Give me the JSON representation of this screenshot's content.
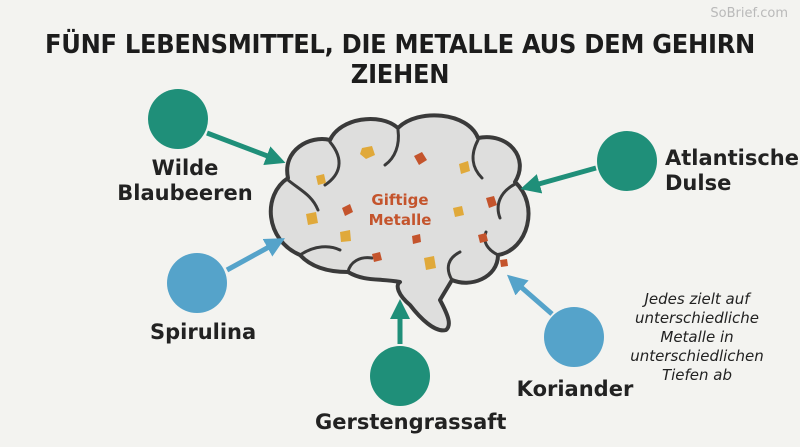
{
  "watermark": "SoBrief.com",
  "title": "FÜNF LEBENSMITTEL, DIE METALLE AUS DEM GEHIRN ZIEHEN",
  "brain": {
    "line1": "Giftige",
    "line2": "Metalle"
  },
  "foods": {
    "blueberries": {
      "line1": "Wilde",
      "line2": "Blaubeeren"
    },
    "dulse": {
      "line1": "Atlantische",
      "line2": "Dulse"
    },
    "spirulina": {
      "label": "Spirulina"
    },
    "barley": {
      "label": "Gerstengrassaft"
    },
    "coriander": {
      "label": "Koriander"
    }
  },
  "note": {
    "line1": "Jedes zielt auf",
    "line2": "unterschiedliche",
    "line3": "Metalle in",
    "line4": "unterschiedlichen",
    "line5": "Tiefen ab"
  },
  "colors": {
    "teal": "#1f8f79",
    "blue": "#55a3ca",
    "brain_fill": "#dededd",
    "brain_stroke": "#3a3a3a",
    "metal_yellow": "#e0a93a",
    "metal_red": "#c4542c"
  }
}
